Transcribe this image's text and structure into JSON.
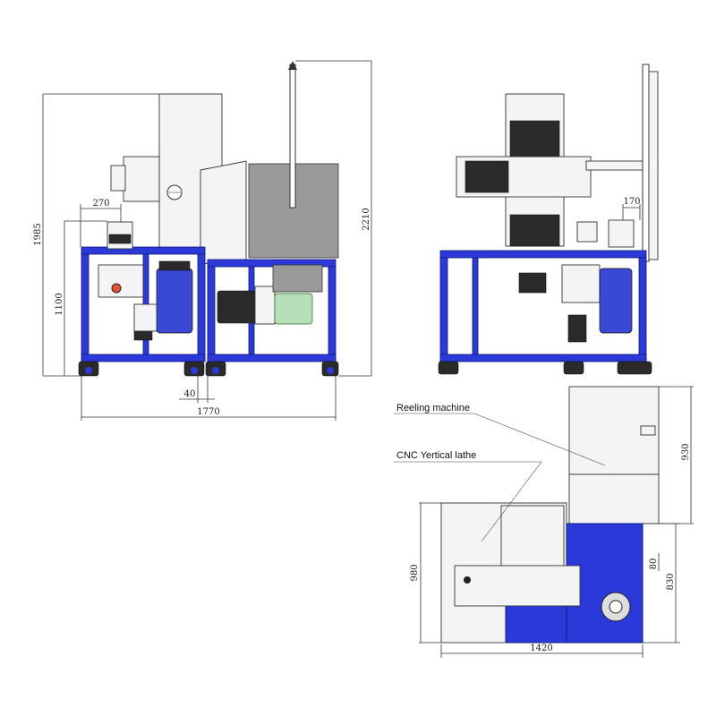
{
  "dimensions": {
    "front_total_height": "1985",
    "front_table_height": "1100",
    "front_spindle_offset": "270",
    "front_gap": "40",
    "front_total_width": "1770",
    "mast_height": "2210",
    "side_offset": "170",
    "top_reeler_depth": "930",
    "top_base_depth": "980",
    "top_frame_depth": "830",
    "top_small_offset": "80",
    "top_total_width": "1420"
  },
  "labels": {
    "reeling_machine": "Reeling machine",
    "cnc_lathe": "CNC Yertical lathe"
  },
  "colors": {
    "frame_blue": "#2b39d8",
    "motor_blue": "#3a48d6",
    "housing_grey": "#9a9a9a",
    "gearbox_green": "#b5e0b8"
  }
}
